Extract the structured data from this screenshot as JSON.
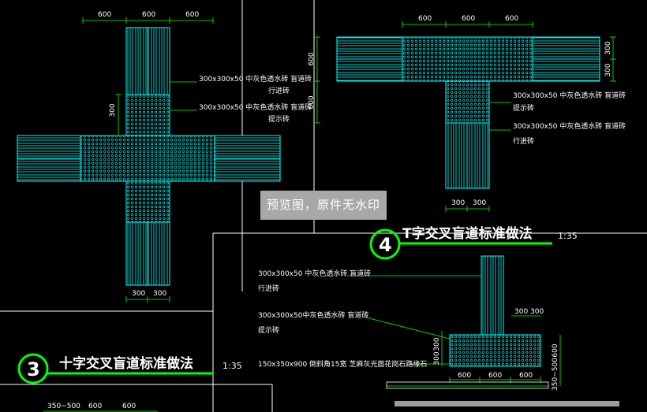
{
  "colors": {
    "tile_line": "#00ffff",
    "tile_fill": "#000000",
    "frame": "#ffffff",
    "dim_line": "#00ff00",
    "title_underline": "#00ff00",
    "leader": "#00ff00",
    "watermark_bg": "#a8a8a8"
  },
  "watermark": "预览图，原件无水印",
  "cross": {
    "dims_top": [
      "600",
      "600",
      "600"
    ],
    "dim_left": "300",
    "dims_bottom": [
      "300",
      "300"
    ],
    "label1_line1": "300x300x50  中灰色透水砖 盲道砖",
    "label1_line2": "行进砖",
    "label2_line1": "300x300x50  中灰色透水砖 盲道砖",
    "label2_line2": "提示砖",
    "title_number": "3",
    "title": "十字交叉盲道标准做法",
    "scale": "1:35"
  },
  "tee": {
    "dims_top": [
      "600",
      "600",
      "600"
    ],
    "dims_right": [
      "300",
      "300"
    ],
    "dims_left": [
      "600",
      "600"
    ],
    "dims_bottom": [
      "300",
      "300"
    ],
    "label1_line1": "300x300x50 中灰色透水砖 盲道砖",
    "label1_line2": "提示砖",
    "label2_line1": "300x300x50 中灰色透水砖 盲道砖",
    "label2_line2": "行进砖",
    "title_number": "4",
    "title": "T字交叉盲道标准做法",
    "scale": "1:35"
  },
  "end": {
    "label1_line1": "300x300x50   中灰色透水砖 盲道砖",
    "label1_line2": "行进砖",
    "label2_line1": "300x300x50中灰色透水砖 盲道砖",
    "label2_line2": "提示砖",
    "label3": "150x350x900  倒斜角15宽  芝麻灰光面花岗石路缘石",
    "dim_top": "300 300",
    "dims_left": [
      "300",
      "300"
    ],
    "dims_right": [
      "600",
      "350~500"
    ],
    "dims_bottom": [
      "600",
      "600",
      "600"
    ]
  },
  "partial": {
    "dims_top": [
      "350~500",
      "600",
      "600"
    ]
  }
}
